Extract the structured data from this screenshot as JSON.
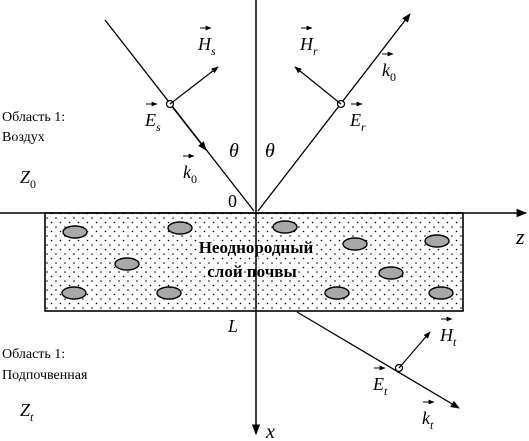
{
  "region_top": {
    "line1": "Область 1:",
    "line2": "Воздух",
    "impedance": "Z",
    "impedance_sub": "0"
  },
  "region_bottom": {
    "line1": "Область 1:",
    "line2": "Подпочвенная",
    "impedance": "Z",
    "impedance_sub": "t"
  },
  "layer": {
    "line1": "Неоднородный",
    "line2": "слой почвы"
  },
  "axes": {
    "z": "z",
    "x": "x",
    "origin": "0",
    "depth": "L"
  },
  "angles": {
    "incident": "θ",
    "reflected": "θ"
  },
  "vectors": {
    "Hs": {
      "base": "H",
      "sub": "s"
    },
    "Es": {
      "base": "E",
      "sub": "s"
    },
    "k0_in": {
      "base": "k",
      "sub": "0"
    },
    "Hr": {
      "base": "H",
      "sub": "r"
    },
    "Er": {
      "base": "E",
      "sub": "r"
    },
    "k0_out": {
      "base": "k",
      "sub": "0"
    },
    "Ht": {
      "base": "H",
      "sub": "t"
    },
    "Et": {
      "base": "E",
      "sub": "t"
    },
    "kt": {
      "base": "k",
      "sub": "t"
    }
  },
  "colors": {
    "line": "#000000",
    "inclusion_fill": "#a8a8a8",
    "dots": "#000000"
  }
}
